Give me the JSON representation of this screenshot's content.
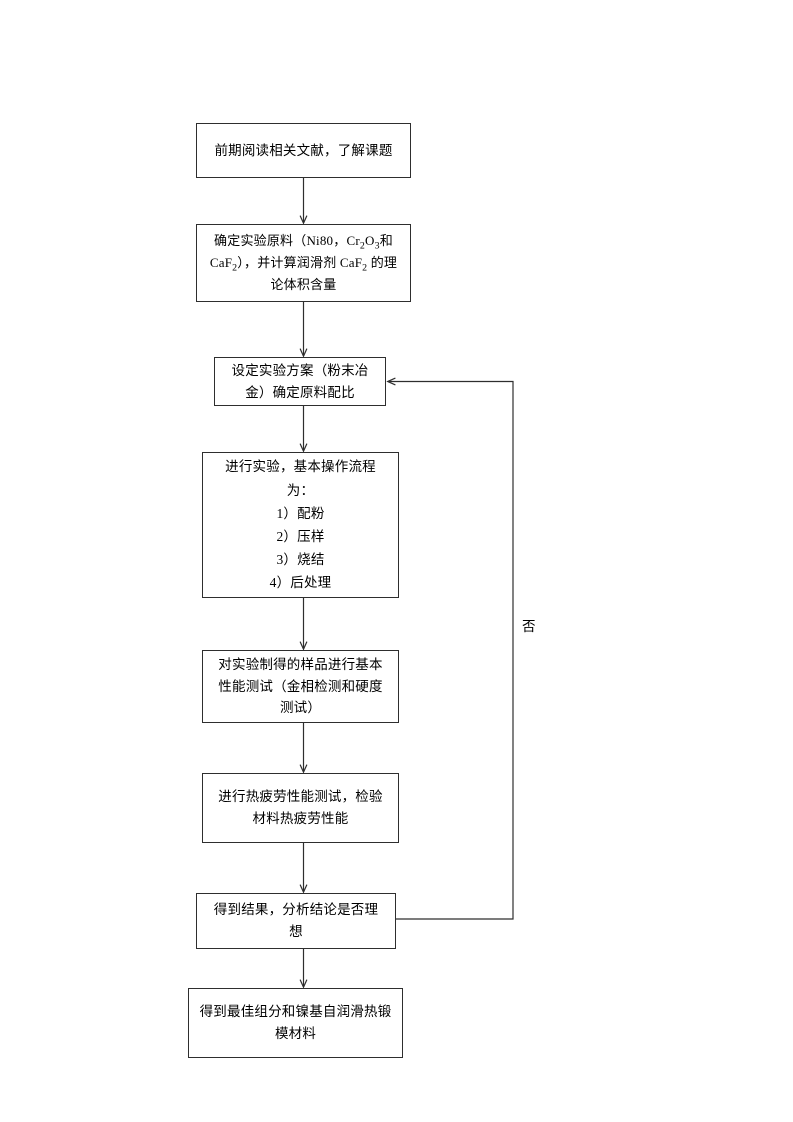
{
  "document": {
    "type": "flowchart",
    "title": "",
    "orientation": "top-to-bottom",
    "background_color": "#ffffff",
    "line_color": "#2e2e2e",
    "text_color": "#000000"
  },
  "nodes": [
    {
      "id": "literature",
      "name": "literature-review",
      "text": "前期阅读相关文献，了解课题",
      "shape": "rectangle"
    },
    {
      "id": "materials",
      "name": "determine-materials",
      "text_parts": [
        "确定实验原料（Ni80，Cr",
        "2",
        "O",
        "3",
        "和CaF",
        "2",
        "），并计算润滑剂 CaF",
        "2",
        " 的理论体积含量"
      ],
      "text": "确定实验原料（Ni80，Cr2O3和CaF2），并计算润滑剂 CaF2 的理论体积含量",
      "shape": "rectangle"
    },
    {
      "id": "scheme",
      "name": "set-experiment-scheme",
      "text": "设定实验方案（粉末冶金）确定原料配比",
      "shape": "rectangle"
    },
    {
      "id": "experiment",
      "name": "conduct-experiment",
      "text": "进行实验，基本操作流程为：\n1）配粉\n2）压样\n3）烧结\n4）后处理",
      "steps": [
        "1）配粉",
        "2）压样",
        "3）烧结",
        "4）后处理"
      ],
      "heading": "进行实验，基本操作流程为：",
      "shape": "rectangle"
    },
    {
      "id": "basictest",
      "name": "basic-performance-test",
      "text": "对实验制得的样品进行基本性能测试（金相检测和硬度测试）",
      "shape": "rectangle"
    },
    {
      "id": "fatigue",
      "name": "thermal-fatigue-test",
      "text": "进行热疲劳性能测试，检验材料热疲劳性能",
      "shape": "rectangle"
    },
    {
      "id": "results",
      "name": "analyze-results-decision",
      "text": "得到结果，分析结论是否理想",
      "shape": "rectangle"
    },
    {
      "id": "final",
      "name": "final-material-outcome",
      "text": "得到最佳组分和镍基自润滑热锻模材料",
      "shape": "rectangle"
    }
  ],
  "edges": [
    {
      "name": "edge-literature-to-materials",
      "from": "literature",
      "to": "materials",
      "label": ""
    },
    {
      "name": "edge-materials-to-scheme",
      "from": "materials",
      "to": "scheme",
      "label": ""
    },
    {
      "name": "edge-scheme-to-experiment",
      "from": "scheme",
      "to": "experiment",
      "label": ""
    },
    {
      "name": "edge-experiment-to-basictest",
      "from": "experiment",
      "to": "basictest",
      "label": ""
    },
    {
      "name": "edge-basictest-to-fatigue",
      "from": "basictest",
      "to": "fatigue",
      "label": ""
    },
    {
      "name": "edge-fatigue-to-results",
      "from": "fatigue",
      "to": "results",
      "label": ""
    },
    {
      "name": "edge-results-to-final",
      "from": "results",
      "to": "final",
      "label": ""
    },
    {
      "name": "edge-results-feedback-to-scheme",
      "from": "results",
      "to": "scheme",
      "label": "否"
    }
  ],
  "labels": {
    "no_branch": "否"
  }
}
